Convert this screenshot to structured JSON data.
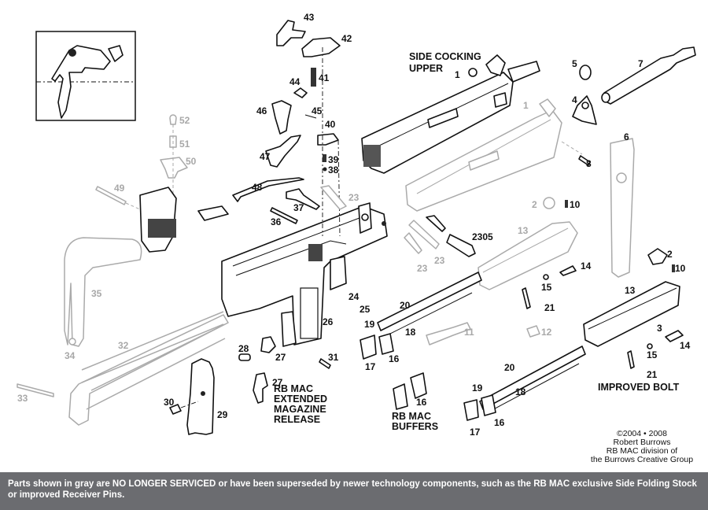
{
  "diagram": {
    "type": "exploded parts diagram",
    "subject": "RB MAC machine pistol",
    "captions": {
      "side_cocking_upper": [
        "SIDE COCKING",
        "UPPER"
      ],
      "extended_mag_release": [
        "RB MAC",
        "EXTENDED",
        "MAGAZINE",
        "RELEASE"
      ],
      "buffers": [
        "RB MAC",
        "BUFFERS"
      ],
      "improved_bolt": "IMPROVED BOLT"
    },
    "part_labels_black": [
      "1",
      "2",
      "3",
      "5",
      "4",
      "6",
      "7",
      "8",
      "10",
      "10",
      "13",
      "14",
      "14",
      "15",
      "15",
      "16",
      "16",
      "16",
      "17",
      "17",
      "18",
      "18",
      "19",
      "19",
      "20",
      "20",
      "21",
      "21",
      "24",
      "25",
      "26",
      "27",
      "27",
      "28",
      "29",
      "30",
      "31",
      "36",
      "37",
      "38",
      "39",
      "40",
      "41",
      "42",
      "43",
      "44",
      "45",
      "46",
      "47",
      "48",
      "2305"
    ],
    "part_labels_gray": [
      "1",
      "2",
      "11",
      "12",
      "13",
      "23",
      "23",
      "23",
      "32",
      "33",
      "34",
      "35",
      "49",
      "50",
      "51",
      "52"
    ],
    "legend_note": "Gray parts = no longer serviced"
  },
  "copyright": {
    "lines": [
      "©2004 • 2008",
      "Robert Burrows",
      "RB MAC division of",
      "the Burrows Creative Group"
    ]
  },
  "footer": {
    "text": "Parts shown in gray are NO LONGER SERVICED or have been superseded by newer technology components, such as the RB MAC exclusive Side Folding Stock or improved Receiver Pins."
  }
}
